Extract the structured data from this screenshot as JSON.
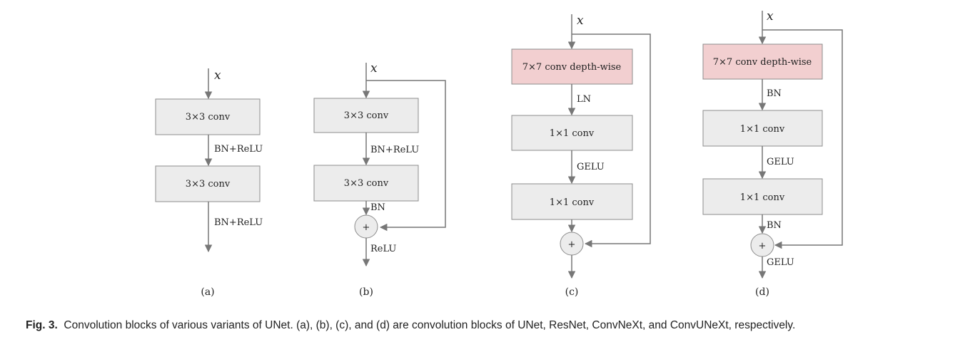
{
  "input_label": "x",
  "blocks": {
    "a": {
      "sublabel": "(a)",
      "box1": "3×3 conv",
      "label1": "BN+ReLU",
      "box2": "3×3 conv",
      "label2": "BN+ReLU"
    },
    "b": {
      "sublabel": "(b)",
      "box1": "3×3 conv",
      "label1": "BN+ReLU",
      "box2": "3×3 conv",
      "label2": "BN",
      "label3": "ReLU",
      "add_symbol": "+"
    },
    "c": {
      "sublabel": "(c)",
      "box1": "7×7 conv depth-wise",
      "label1": "LN",
      "box2": "1×1 conv",
      "label2": "GELU",
      "box3": "1×1 conv",
      "add_symbol": "+"
    },
    "d": {
      "sublabel": "(d)",
      "box1": "7×7 conv depth-wise",
      "label1": "BN",
      "box2": "1×1 conv",
      "label2": "GELU",
      "box3": "1×1 conv",
      "label3": "BN",
      "label4": "GELU",
      "add_symbol": "+"
    }
  },
  "colors": {
    "box_fill": "#ececec",
    "box_stroke": "#8c8c8c",
    "highlight_fill": "#f2cfd0",
    "arrow": "#777777"
  },
  "caption": {
    "prefix": "Fig. 3.",
    "text": "Convolution blocks of various variants of UNet. (a), (b), (c), and (d) are convolution blocks of UNet, ResNet, ConvNeXt, and ConvUNeXt, respectively."
  }
}
